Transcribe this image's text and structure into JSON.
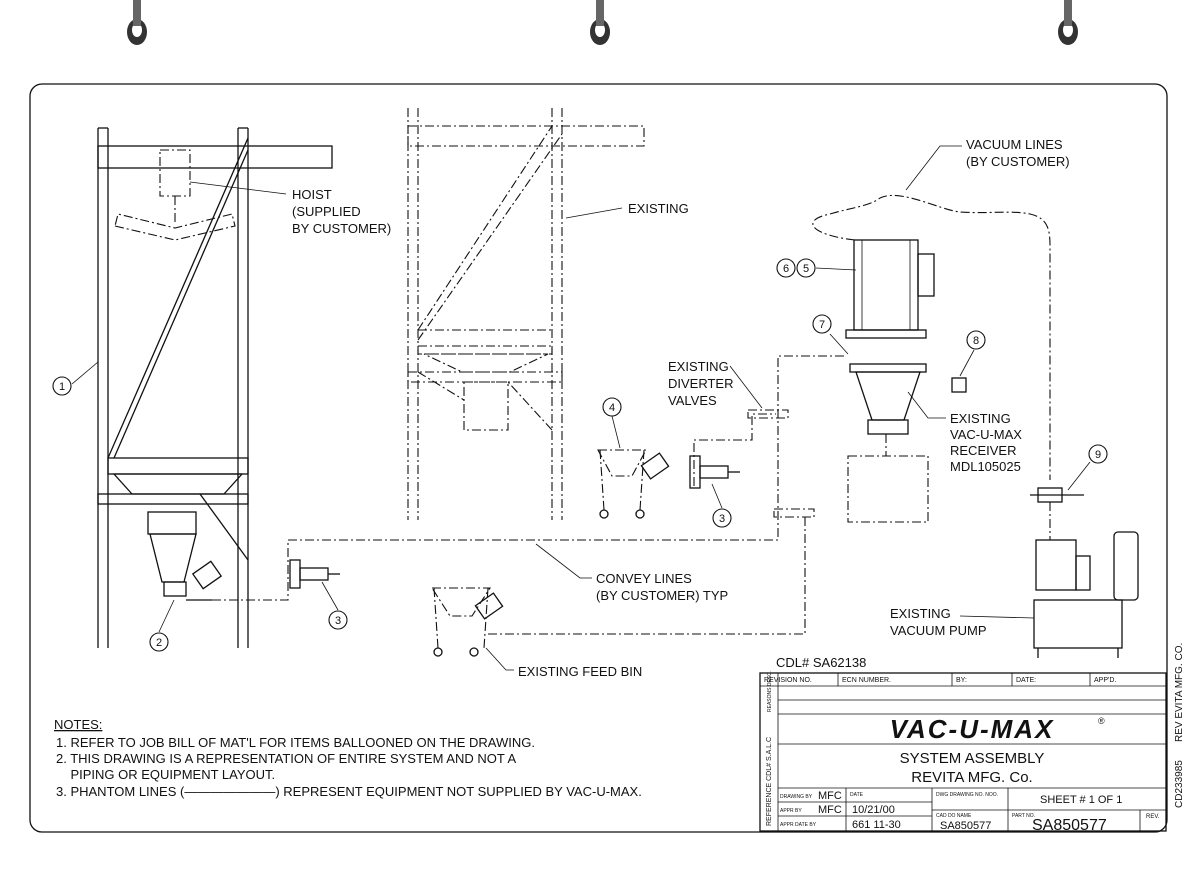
{
  "callouts": {
    "hoist": [
      "HOIST",
      "(SUPPLIED",
      "BY CUSTOMER)"
    ],
    "existing": "EXISTING",
    "vacuum_lines": [
      "VACUUM LINES",
      "(BY CUSTOMER)"
    ],
    "diverter": [
      "EXISTING",
      "DIVERTER",
      "VALVES"
    ],
    "receiver": [
      "EXISTING",
      "VAC-U-MAX",
      "RECEIVER",
      "MDL105025"
    ],
    "convey": [
      "CONVEY LINES",
      "(BY CUSTOMER) TYP"
    ],
    "feed_bin": "EXISTING FEED BIN",
    "vacuum_pump": [
      "EXISTING",
      "VACUUM PUMP"
    ]
  },
  "balloons": {
    "b1": "1",
    "b2": "2",
    "b3a": "3",
    "b3b": "3",
    "b4": "4",
    "b5": "5",
    "b6": "6",
    "b7": "7",
    "b8": "8",
    "b9": "9"
  },
  "notes": {
    "heading": "NOTES:",
    "items": [
      "1. REFER TO JOB BILL OF MAT'L FOR ITEMS BALLOONED ON THE DRAWING.",
      "2. THIS DRAWING IS A REPRESENTATION OF ENTIRE SYSTEM AND NOT A",
      "    PIPING OR EQUIPMENT LAYOUT.",
      "3. PHANTOM LINES (———————) REPRESENT EQUIPMENT NOT SUPPLIED BY VAC-U-MAX."
    ]
  },
  "title_block": {
    "cdl": "CDL# SA62138",
    "revision_no": "REVISION NO.",
    "ecn_number": "ECN NUMBER.",
    "by": "BY:",
    "date": "DATE:",
    "appd": "APP'D.",
    "logo": "VAC-U-MAX",
    "title_line1": "SYSTEM ASSEMBLY",
    "title_line2": "REVITA MFG. Co.",
    "drawn_by_label": "DRAWING BY",
    "drawn_by": "MFC",
    "appr_by_label": "APPR BY",
    "appr_by": "MFC",
    "appr_date_label": "APPR DATE BY",
    "date_label": "DATE",
    "date_val": "10/21/00",
    "date_val2": "661 11-30",
    "dwg_no_label": "DWG DRAWING NO. NOO.",
    "cad_name_label": "CAD DO NAME",
    "cad_name": "SA850577",
    "sheet": "SHEET # 1 OF 1",
    "part_no_label": "PART NO.",
    "part_no": "SA850577",
    "rev_label": "REV.",
    "side_left": "REFERENCE CDL# S.A.L.C",
    "side_left2": "REASONS DESC.",
    "side_right1": "CD233985",
    "side_right2": "REV EVITA MFG. CO."
  }
}
